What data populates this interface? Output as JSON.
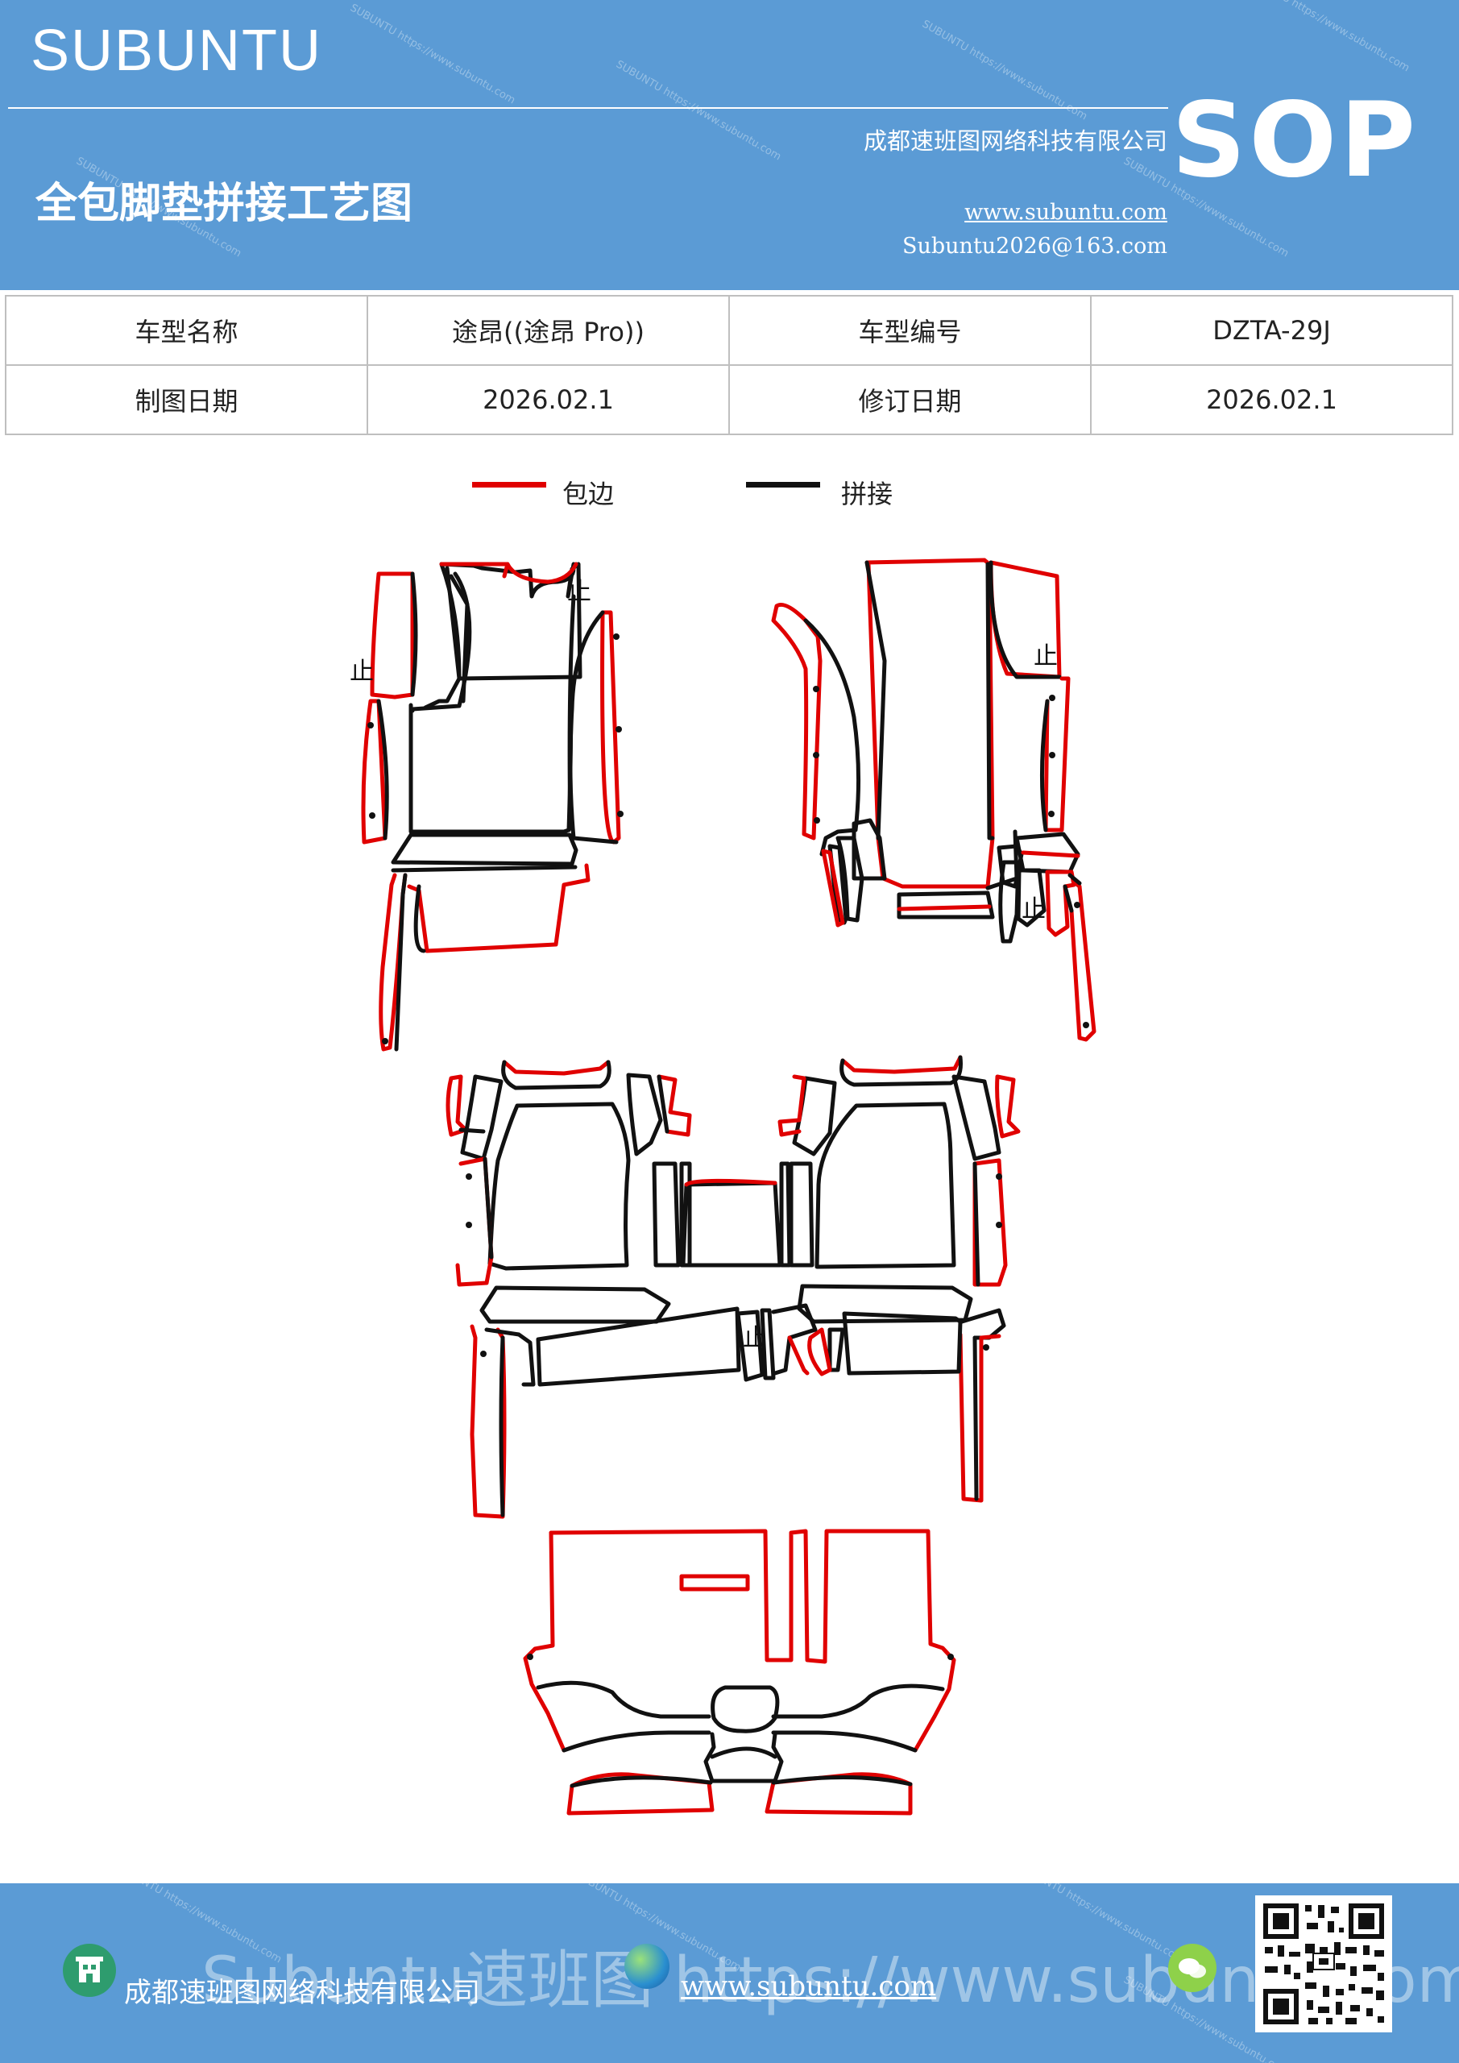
{
  "header": {
    "brand": "SUBUNTU",
    "title": "全包脚垫拼接工艺图",
    "company": "成都速班图网络科技有限公司",
    "website": "www.subuntu.com",
    "email": "Subuntu2026@163.com",
    "badge": "SOP",
    "watermark": "SUBUNTU https://www.subuntu.com"
  },
  "info": {
    "model_name_label": "车型名称",
    "model_name": "途昂((途昂 Pro))",
    "model_code_label": "车型编号",
    "model_code": "DZTA-29J",
    "drawing_date_label": "制图日期",
    "drawing_date": "2026.02.1",
    "revision_date_label": "修订日期",
    "revision_date": "2026.02.1"
  },
  "legend": {
    "edging_label": "包边",
    "edging_color": "#e00000",
    "splice_label": "拼接",
    "splice_color": "#111111"
  },
  "diagram": {
    "stop_mark": "止"
  },
  "footer": {
    "company": "成都速班图网络科技有限公司",
    "website": "www.subuntu.com",
    "watermark": "Subuntu速班图 https://www.subuntu.com"
  }
}
